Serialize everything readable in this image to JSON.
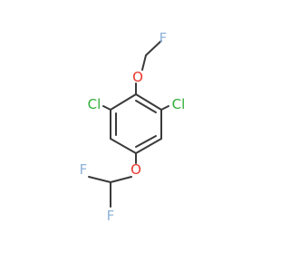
{
  "molecule": {
    "atoms": [
      {
        "id": "F1",
        "symbol": "F",
        "color": "#8fb3d9"
      },
      {
        "id": "O1",
        "symbol": "O",
        "color": "#e8352b"
      },
      {
        "id": "Cl1",
        "symbol": "Cl",
        "color": "#2fae36"
      },
      {
        "id": "Cl2",
        "symbol": "Cl",
        "color": "#2fae36"
      },
      {
        "id": "O2",
        "symbol": "O",
        "color": "#e8352b"
      },
      {
        "id": "F2",
        "symbol": "F",
        "color": "#8fb3d9"
      },
      {
        "id": "F3",
        "symbol": "F",
        "color": "#8fb3d9"
      }
    ],
    "bond_color": "#3a3a3a",
    "background": "#ffffff"
  }
}
